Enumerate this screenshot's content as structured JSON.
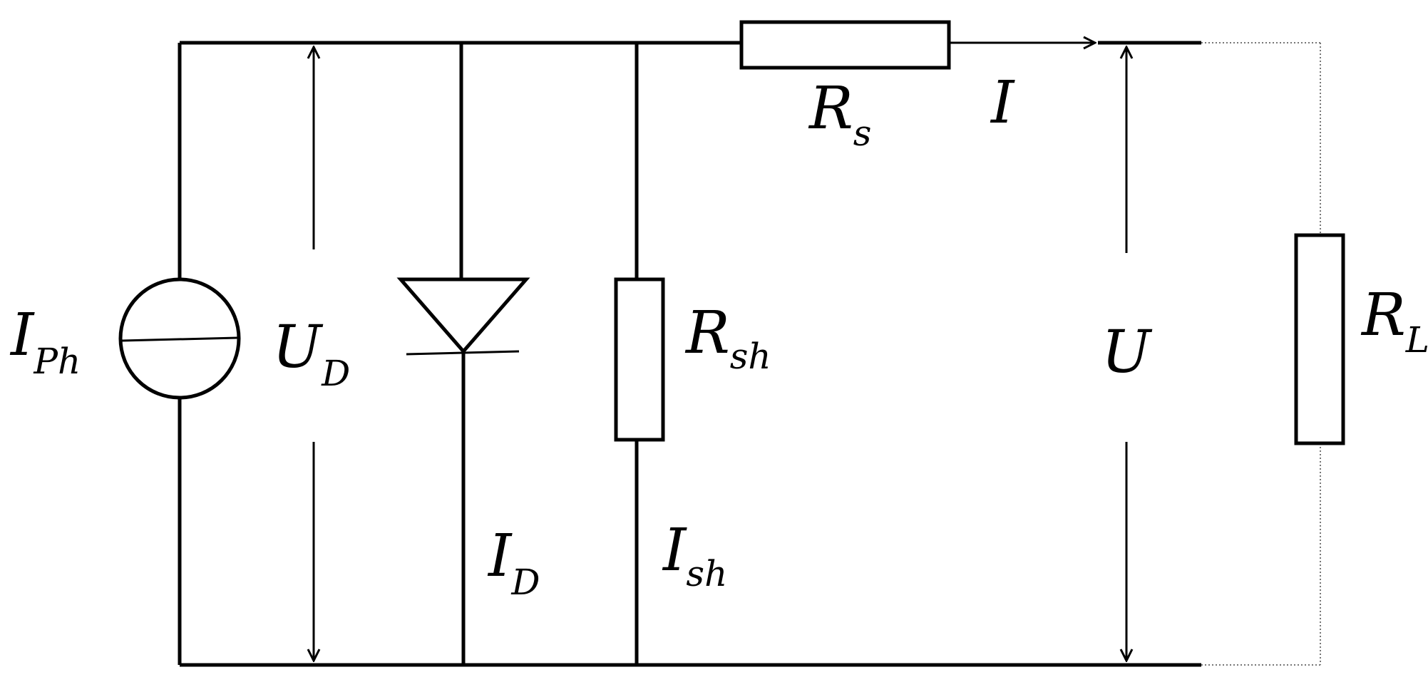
{
  "labels": {
    "i_ph": {
      "main": "I",
      "sub": "Ph"
    },
    "u_d": {
      "main": "U",
      "sub": "D"
    },
    "i_d": {
      "main": "I",
      "sub": "D"
    },
    "r_sh": {
      "main": "R",
      "sub": "sh"
    },
    "i_sh": {
      "main": "I",
      "sub": "sh"
    },
    "r_s": {
      "main": "R",
      "sub": "s"
    },
    "i": {
      "main": "I"
    },
    "u": {
      "main": "U"
    },
    "r_l": {
      "main": "R",
      "sub": "L"
    }
  }
}
